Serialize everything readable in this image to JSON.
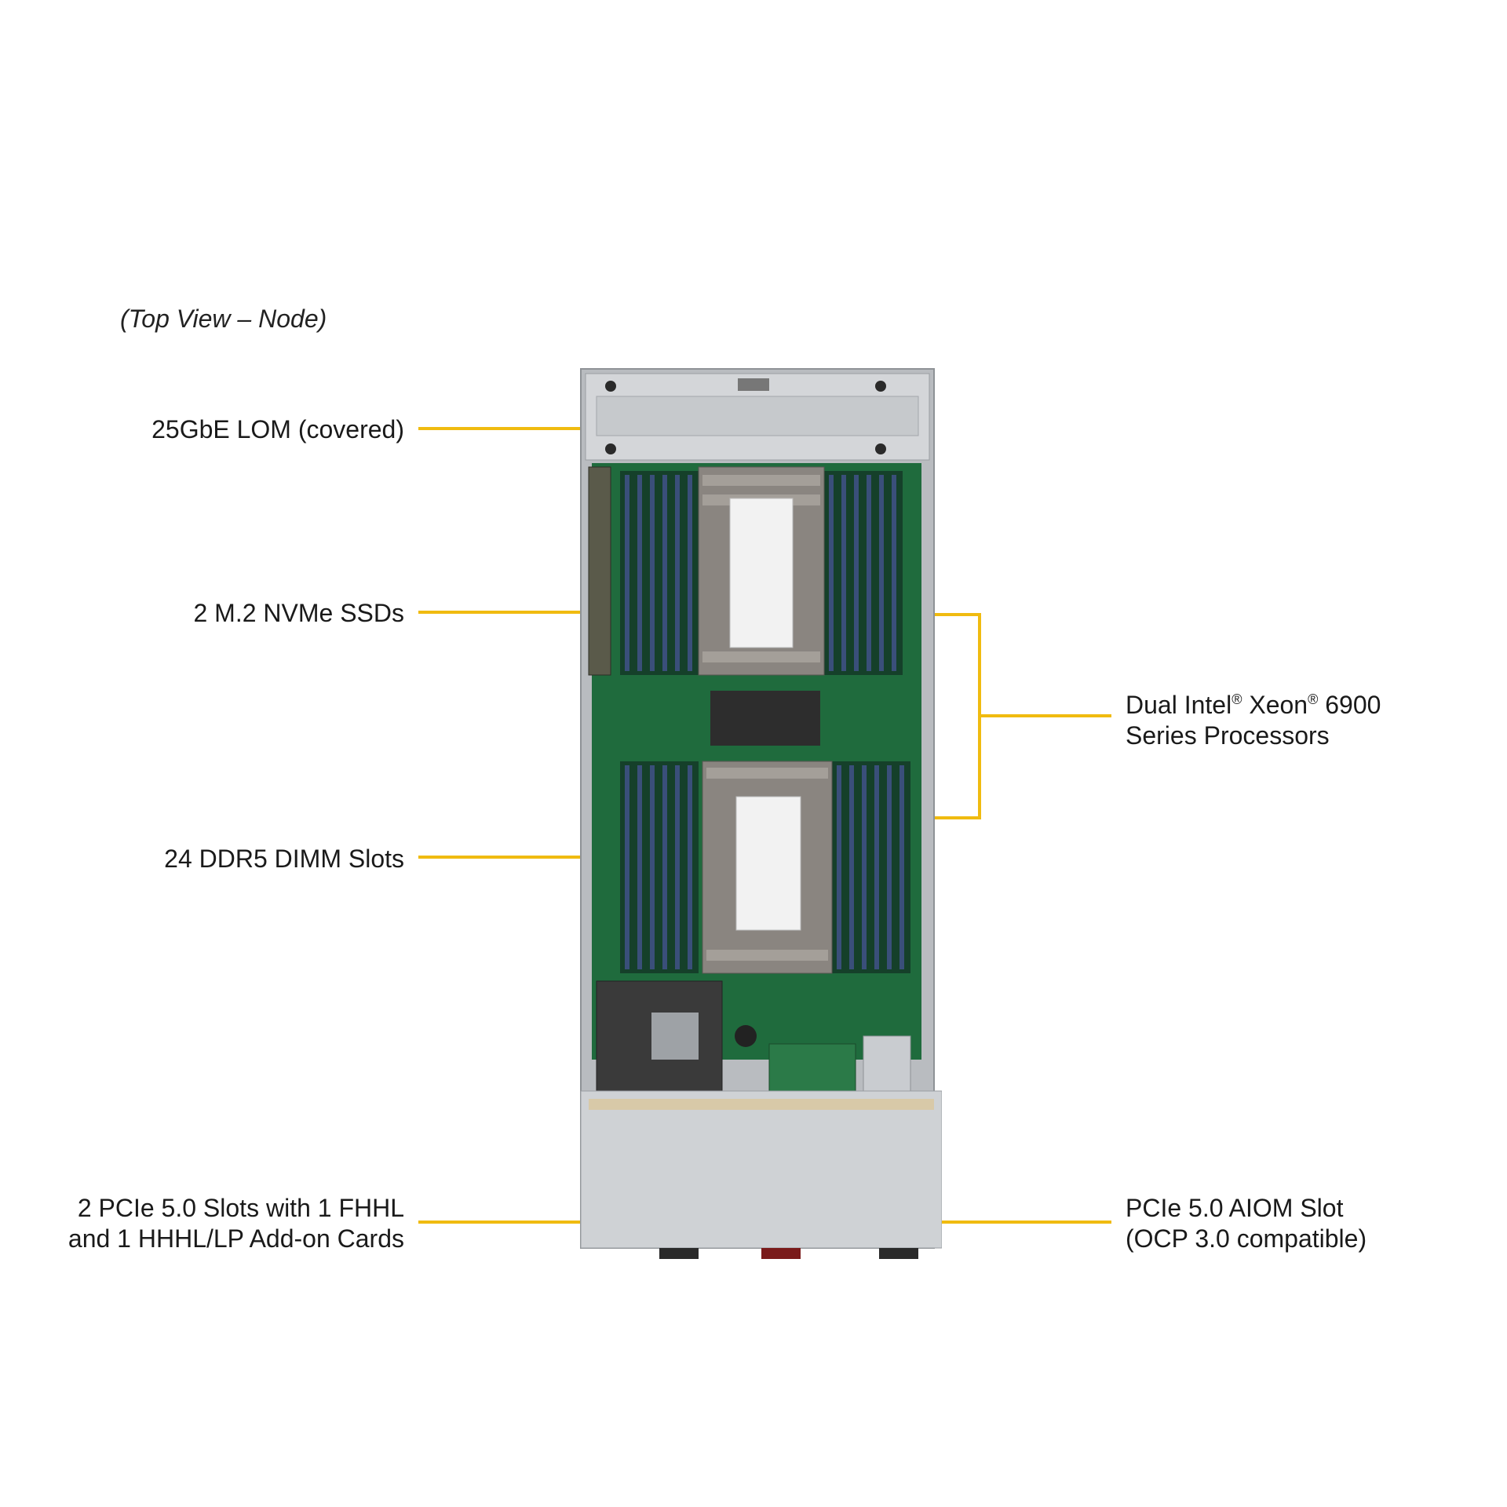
{
  "caption": "(Top View – Node)",
  "callouts": {
    "lom": "25GbE LOM (covered)",
    "m2": "2 M.2 NVMe SSDs",
    "dimm": "24 DDR5 DIMM Slots",
    "pcie_line1": "2 PCIe 5.0 Slots with 1 FHHL",
    "pcie_line2": "and 1 HHHL/LP Add-on Cards",
    "cpu_line1_a": "Dual Intel",
    "cpu_line1_b": " Xeon",
    "cpu_line1_c": " 6900",
    "cpu_reg": "®",
    "cpu_line2": "Series Processors",
    "aiom_line1": "PCIe 5.0 AIOM Slot",
    "aiom_line2": "(OCP 3.0 compatible)"
  },
  "colors": {
    "leader": "#f0bb10",
    "chassis": "#c9ccd0",
    "board": "#1f6b3d",
    "dimm_slot": "#3a4f7a",
    "heatsink": "#8a8580"
  }
}
